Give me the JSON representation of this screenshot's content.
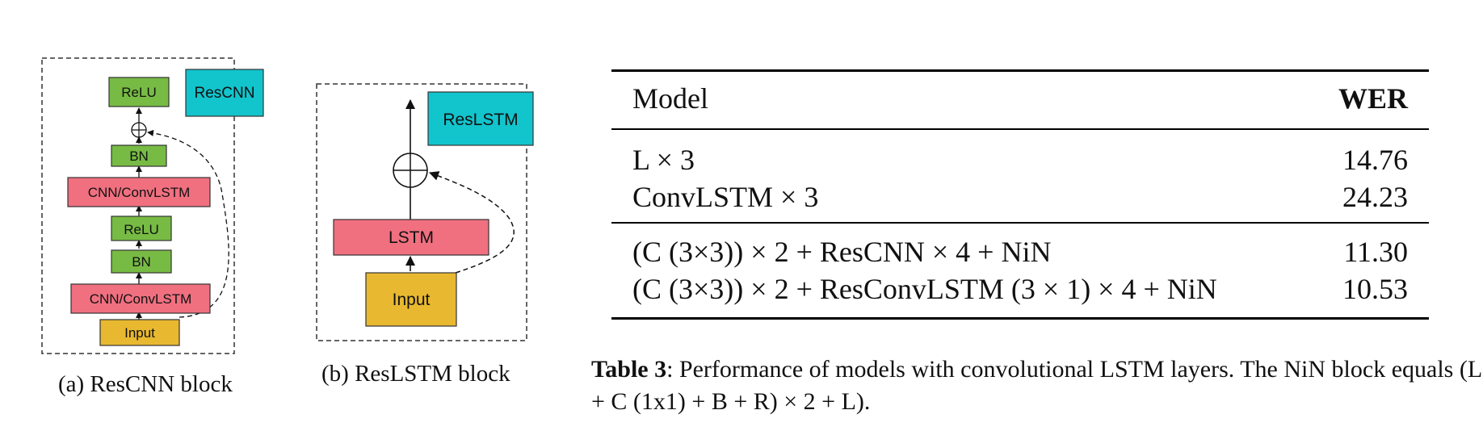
{
  "figure_a": {
    "caption": "(a) ResCNN block",
    "tag": "ResCNN",
    "layers": [
      "ReLU",
      "BN",
      "CNN/ConvLSTM",
      "ReLU",
      "BN",
      "CNN/ConvLSTM",
      "Input"
    ]
  },
  "figure_b": {
    "caption": "(b) ResLSTM block",
    "tag": "ResLSTM",
    "layers": [
      "LSTM",
      "Input"
    ]
  },
  "colors": {
    "relu_bn": "#77bb44",
    "cnn": "#f07080",
    "input": "#e8b830",
    "tag": "#12c4cc"
  },
  "table": {
    "header": {
      "model": "Model",
      "wer": "WER"
    },
    "group1": [
      {
        "model": "L × 3",
        "wer": "14.76"
      },
      {
        "model": "ConvLSTM × 3",
        "wer": "24.23"
      }
    ],
    "group2": [
      {
        "model": "(C (3×3)) × 2 + ResCNN × 4 + NiN",
        "wer": "11.30"
      },
      {
        "model": "(C (3×3)) × 2 + ResConvLSTM (3 × 1) × 4 + NiN",
        "wer": "10.53"
      }
    ]
  },
  "table_caption": {
    "label": "Table 3",
    "text": ": Performance of models with convolutional LSTM layers. The NiN block equals (L + C (1x1) + B + R) × 2 + L)."
  }
}
